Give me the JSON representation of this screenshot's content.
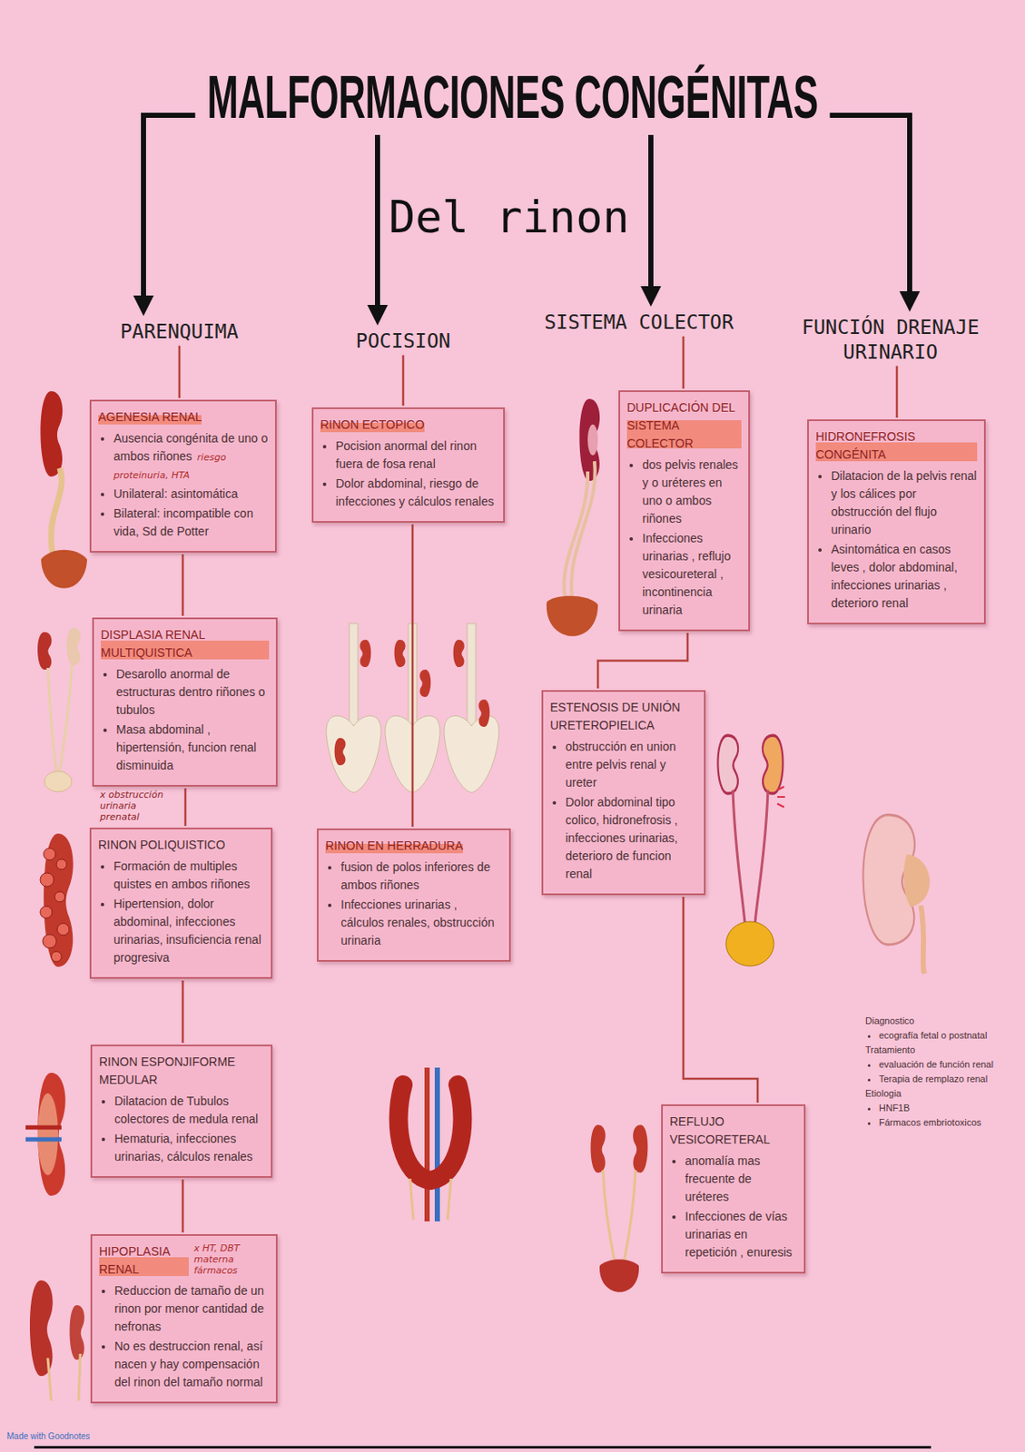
{
  "diagram": {
    "nodes": [
      {
        "text": [
          "MALFORMACIONES CONGÉNITAS"
        ]
      },
      {
        "text": [
          "PARENQUIMA"
        ]
      },
      {
        "text": [
          "POCISION"
        ]
      },
      {
        "text": [
          "SISTEMA COLECTOR"
        ]
      },
      {
        "text": [
          "FUNCIÓN DRENAJE URINARIO"
        ]
      },
      {
        "text": [
          "AGENESIA RENAL",
          "Ausencia congénita de uno o ambos riñones",
          "riesgo proteinuria, HTA",
          "Unilateral: asintomática",
          "Bilateral: incompatible con vida, Sd de Potter"
        ]
      },
      {
        "text": [
          "DISPLASIA RENAL MULTIQUISTICA",
          "Desarollo anormal de estructuras dentro riñones o tubulos",
          "Masa abdominal , hipertensión, funcion renal disminuida"
        ]
      },
      {
        "text": [
          "RINON POLIQUISTICO",
          "Formación de multiples quistes en ambos riñones",
          "Hipertension, dolor abdominal, infecciones urinarias, insuficiencia renal progresiva"
        ]
      },
      {
        "text": [
          "RINON ESPONJIFORME MEDULAR",
          "Dilatacion de Tubulos colectores de medula renal",
          "Hematuria, infecciones urinarias, cálculos renales"
        ]
      },
      {
        "text": [
          "HIPOPLASIA RENAL",
          "x HT, DBT materna fármacos",
          "Reduccion de tamaño de un rinon por menor cantidad de nefronas",
          "No es destruccion renal, así nacen y hay compensación del rinon del tamaño normal"
        ]
      },
      {
        "text": [
          "RINON ECTOPICO",
          "Pocision anormal del rinon fuera de fosa renal",
          "Dolor abdominal, riesgo de infecciones y cálculos renales"
        ]
      },
      {
        "text": [
          "RINON EN HERRADURA",
          "fusion de polos inferiores de ambos riñones",
          "Infecciones urinarias , cálculos renales, obstrucción urinaria"
        ]
      },
      {
        "text": [
          "DUPLICACIÓN DEL SISTEMA COLECTOR",
          "dos pelvis renales y o uréteres en uno o ambos riñones",
          "Infecciones urinarias , reflujo vesicoureteral , incontinencia urinaria"
        ]
      },
      {
        "text": [
          "ESTENOSIS DE UNIÓN URETEROPIELICA",
          "obstrucción en union entre pelvis renal y ureter",
          "Dolor abdominal tipo colico, hidronefrosis , infecciones urinarias, deterioro de funcion renal"
        ]
      },
      {
        "text": [
          "REFLUJO VESICORETERAL",
          "anomalía mas frecuente de uréteres",
          "Infecciones de vías urinarias en repetición , enuresis"
        ]
      },
      {
        "text": [
          "HIDRONEFROSIS CONGÉNITA",
          "Dilatacion de la pelvis renal y los cálices por obstrucción del flujo urinario",
          "Asintomática en casos leves , dolor abdominal, infecciones urinarias , deterioro renal"
        ]
      }
    ],
    "edges": [
      {
        "from": 0,
        "to": 1,
        "arrow": "to"
      },
      {
        "from": 0,
        "to": 2,
        "arrow": "to"
      },
      {
        "from": 0,
        "to": 3,
        "arrow": "to"
      },
      {
        "from": 0,
        "to": 4,
        "arrow": "to"
      },
      {
        "from": 1,
        "to": 5,
        "arrow": "none"
      },
      {
        "from": 5,
        "to": 6,
        "arrow": "none"
      },
      {
        "from": 6,
        "to": 7,
        "arrow": "none"
      },
      {
        "from": 7,
        "to": 8,
        "arrow": "none"
      },
      {
        "from": 8,
        "to": 9,
        "arrow": "none"
      },
      {
        "from": 2,
        "to": 10,
        "arrow": "none"
      },
      {
        "from": 10,
        "to": 11,
        "arrow": "none"
      },
      {
        "from": 3,
        "to": 12,
        "arrow": "none"
      },
      {
        "from": 12,
        "to": 13,
        "arrow": "none"
      },
      {
        "from": 13,
        "to": 14,
        "arrow": "none"
      },
      {
        "from": 4,
        "to": 15,
        "arrow": "none"
      }
    ],
    "labels": [
      "Del rinon",
      "x obstrucción urinaria prenatal",
      "Diagnostico",
      "ecografía fetal o postnatal",
      "Tratamiento",
      "evaluación de función renal",
      "Terapia de remplazo renal",
      "Etiologia",
      "HNF1B",
      "Fármacos embriotoxicos",
      "Made with Goodnotes"
    ]
  }
}
